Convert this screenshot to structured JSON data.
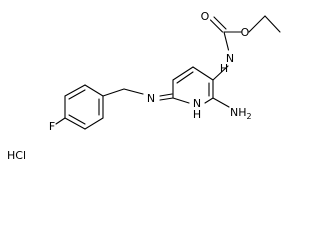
{
  "atoms": {
    "oxygen_carbonyl": "O",
    "oxygen_ester": "O",
    "nitrogen_carbamate": "N",
    "hydrogen_carbamate": "H",
    "nitrogen_amine_linker": "N",
    "nitrogen_ring": "N",
    "hydrogen_ring": "H",
    "amino_group": "NH",
    "amino_subscript": "2",
    "fluorine": "F",
    "hydrochloride": "HCl"
  }
}
